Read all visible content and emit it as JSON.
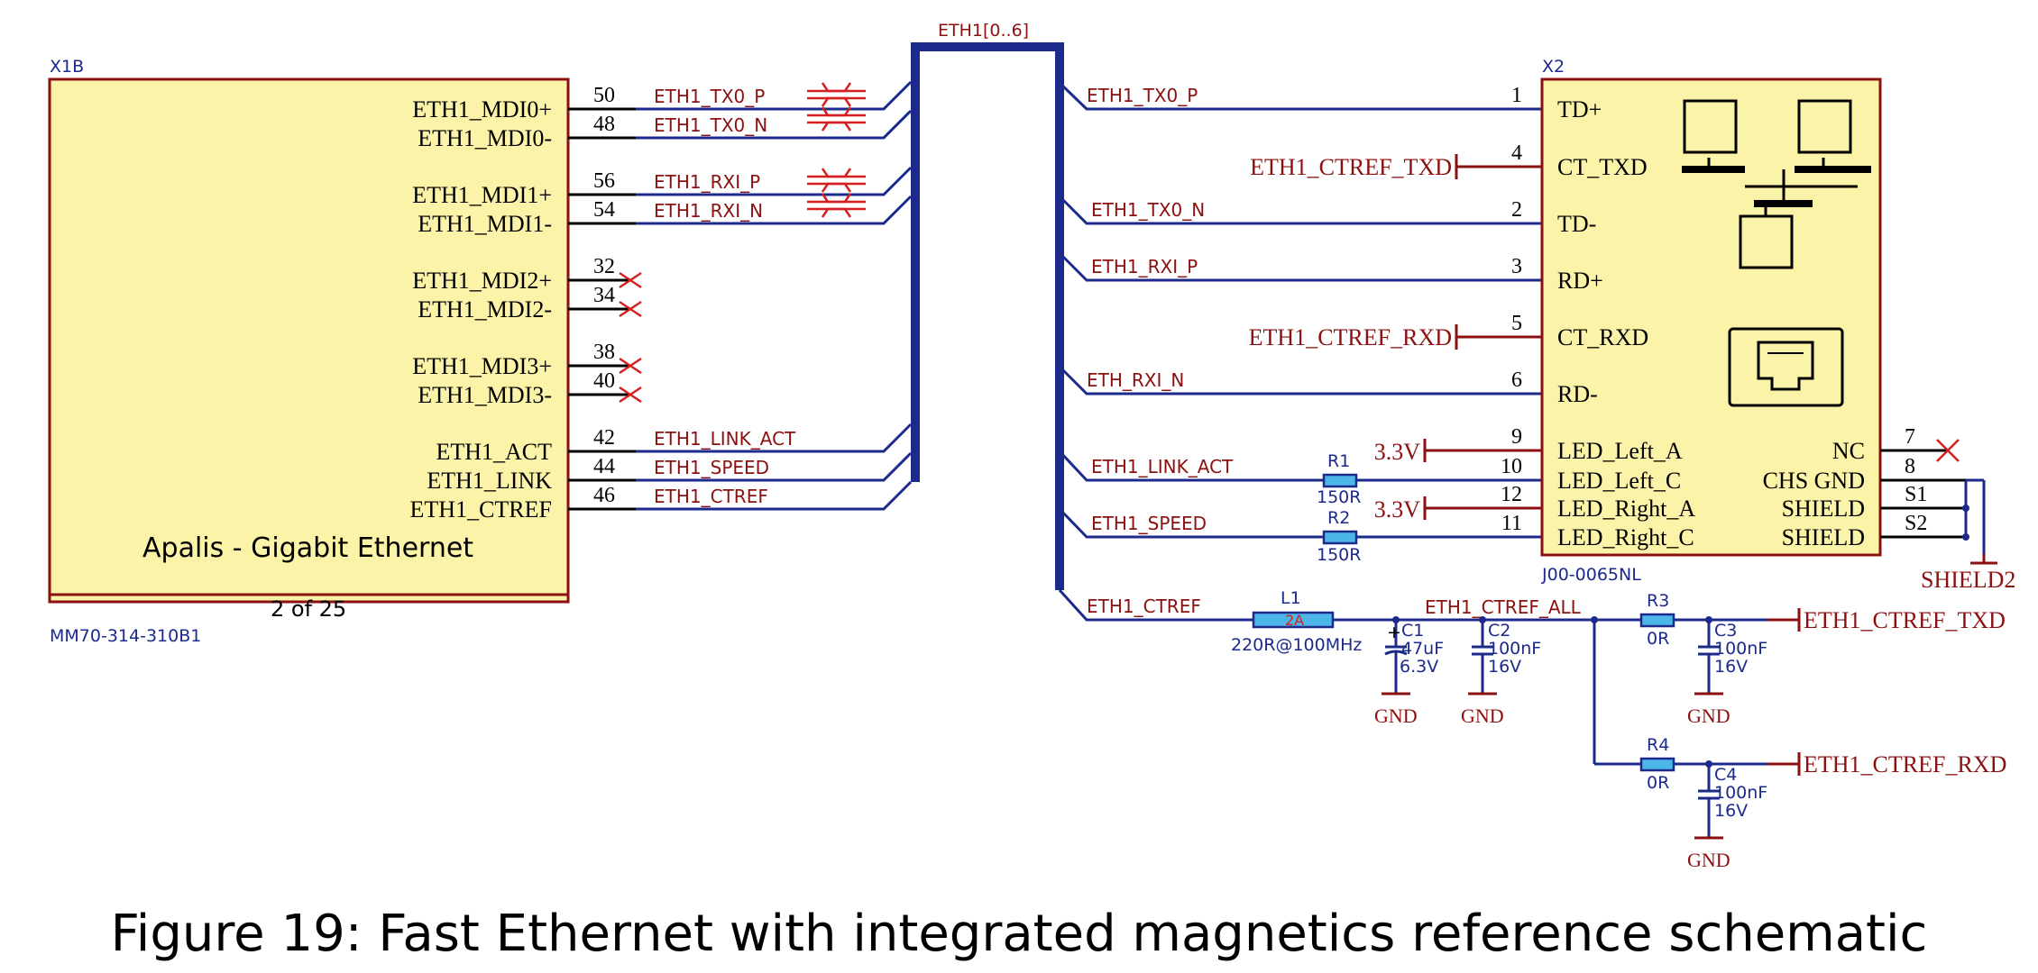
{
  "caption": "Figure 19: Fast Ethernet with integrated magnetics reference schematic",
  "bus_label": "ETH1[0..6]",
  "x1": {
    "ref": "X1B",
    "title": "Apalis - Gigabit Ethernet",
    "sheet": "2 of 25",
    "part": "MM70-314-310B1",
    "pins": [
      {
        "name": "ETH1_MDI0+",
        "num": "50",
        "net": "ETH1_TX0_P"
      },
      {
        "name": "ETH1_MDI0-",
        "num": "48",
        "net": "ETH1_TX0_N"
      },
      {
        "name": "ETH1_MDI1+",
        "num": "56",
        "net": "ETH1_RXI_P"
      },
      {
        "name": "ETH1_MDI1-",
        "num": "54",
        "net": "ETH1_RXI_N"
      },
      {
        "name": "ETH1_MDI2+",
        "num": "32",
        "net": ""
      },
      {
        "name": "ETH1_MDI2-",
        "num": "34",
        "net": ""
      },
      {
        "name": "ETH1_MDI3+",
        "num": "38",
        "net": ""
      },
      {
        "name": "ETH1_MDI3-",
        "num": "40",
        "net": ""
      },
      {
        "name": "ETH1_ACT",
        "num": "42",
        "net": "ETH1_LINK_ACT"
      },
      {
        "name": "ETH1_LINK",
        "num": "44",
        "net": "ETH1_SPEED"
      },
      {
        "name": "ETH1_CTREF",
        "num": "46",
        "net": "ETH1_CTREF"
      }
    ]
  },
  "x2": {
    "ref": "X2",
    "part": "J00-0065NL",
    "left_pins": [
      {
        "name": "TD+",
        "num": "1",
        "net": "ETH1_TX0_P"
      },
      {
        "name": "CT_TXD",
        "num": "4",
        "net": "ETH1_CTREF_TXD"
      },
      {
        "name": "TD-",
        "num": "2",
        "net": "ETH1_TX0_N"
      },
      {
        "name": "RD+",
        "num": "3",
        "net": "ETH1_RXI_P"
      },
      {
        "name": "CT_RXD",
        "num": "5",
        "net": "ETH1_CTREF_RXD"
      },
      {
        "name": "RD-",
        "num": "6",
        "net": "ETH_RXI_N"
      },
      {
        "name": "LED_Left_A",
        "num": "9",
        "net": "3.3V"
      },
      {
        "name": "LED_Left_C",
        "num": "10",
        "net": "ETH1_LINK_ACT"
      },
      {
        "name": "LED_Right_A",
        "num": "12",
        "net": "3.3V"
      },
      {
        "name": "LED_Right_C",
        "num": "11",
        "net": "ETH1_SPEED"
      }
    ],
    "right_pins": [
      {
        "name": "NC",
        "num": "7"
      },
      {
        "name": "CHS GND",
        "num": "8"
      },
      {
        "name": "SHIELD",
        "num": "S1"
      },
      {
        "name": "SHIELD",
        "num": "S2"
      }
    ],
    "shield_net": "SHIELD2"
  },
  "resistors": [
    {
      "ref": "R1",
      "value": "150R"
    },
    {
      "ref": "R2",
      "value": "150R"
    },
    {
      "ref": "R3",
      "value": "0R"
    },
    {
      "ref": "R4",
      "value": "0R"
    }
  ],
  "inductor": {
    "ref": "L1",
    "rating": "2A",
    "value": "220R@100MHz"
  },
  "capacitors": [
    {
      "ref": "C1",
      "value": "47uF",
      "voltage": "6.3V",
      "polarity": "+"
    },
    {
      "ref": "C2",
      "value": "100nF",
      "voltage": "16V"
    },
    {
      "ref": "C3",
      "value": "100nF",
      "voltage": "16V"
    },
    {
      "ref": "C4",
      "value": "100nF",
      "voltage": "16V"
    }
  ],
  "nets": {
    "ctref_all": "ETH1_CTREF_ALL",
    "ctref": "ETH1_CTREF",
    "gnd": "GND",
    "port_txd": "ETH1_CTREF_TXD",
    "port_rxd": "ETH1_CTREF_RXD"
  }
}
